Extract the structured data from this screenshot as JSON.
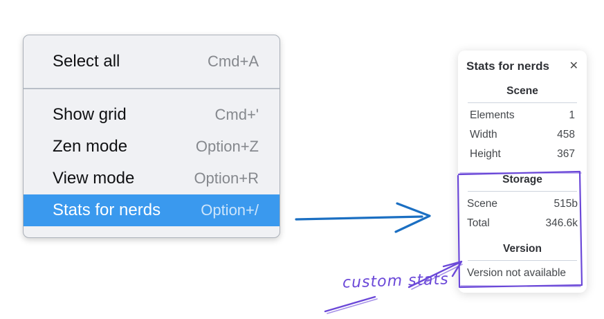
{
  "colors": {
    "menu_highlight": "#3a99ee",
    "menu_background": "#f0f1f4",
    "arrow_blue": "#1b6fc2",
    "annotation_purple": "#6b48d8"
  },
  "menu": {
    "items": [
      {
        "label": "Select all",
        "shortcut": "Cmd+A",
        "selected": false
      },
      {
        "label": "Show grid",
        "shortcut": "Cmd+'",
        "selected": false
      },
      {
        "label": "Zen mode",
        "shortcut": "Option+Z",
        "selected": false
      },
      {
        "label": "View mode",
        "shortcut": "Option+R",
        "selected": false
      },
      {
        "label": "Stats for nerds",
        "shortcut": "Option+/",
        "selected": true
      }
    ]
  },
  "stats_panel": {
    "title": "Stats for nerds",
    "close_label": "✕",
    "scene": {
      "header": "Scene",
      "rows": [
        {
          "label": "Elements",
          "value": "1"
        },
        {
          "label": "Width",
          "value": "458"
        },
        {
          "label": "Height",
          "value": "367"
        }
      ]
    },
    "storage": {
      "header": "Storage",
      "rows": [
        {
          "label": "Scene",
          "value": "515b"
        },
        {
          "label": "Total",
          "value": "346.6k"
        }
      ]
    },
    "version": {
      "header": "Version",
      "note": "Version not available"
    }
  },
  "annotation": {
    "label": "custom stats"
  }
}
